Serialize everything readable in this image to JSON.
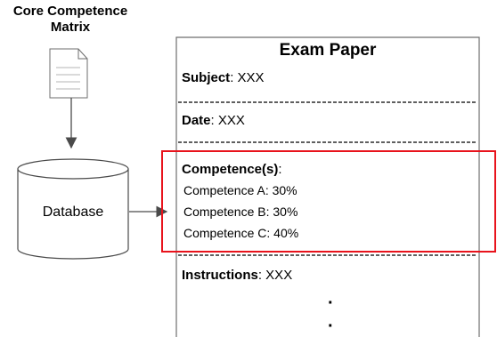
{
  "document_source": {
    "title": "Core Competence Matrix",
    "icon": "document-icon"
  },
  "database": {
    "label": "Database",
    "icon": "database-cylinder-icon"
  },
  "exam_paper": {
    "title": "Exam Paper",
    "subject_key": "Subject",
    "subject_value": ": XXX",
    "date_key": "Date",
    "date_value": ": XXX",
    "competence_key": "Competence(s)",
    "competence_colon": ":",
    "competences": [
      "Competence A: 30%",
      "Competence B: 30%",
      "Competence C: 40%"
    ],
    "instructions_key": "Instructions",
    "instructions_value": ": XXX",
    "ellipsis": [
      "·",
      "·"
    ]
  },
  "colors": {
    "line": "#000000",
    "border_gray": "#6e6e6e",
    "doc_fill": "#ffffff",
    "doc_lines": "#b5b5b5",
    "highlight": "#e8131c"
  }
}
